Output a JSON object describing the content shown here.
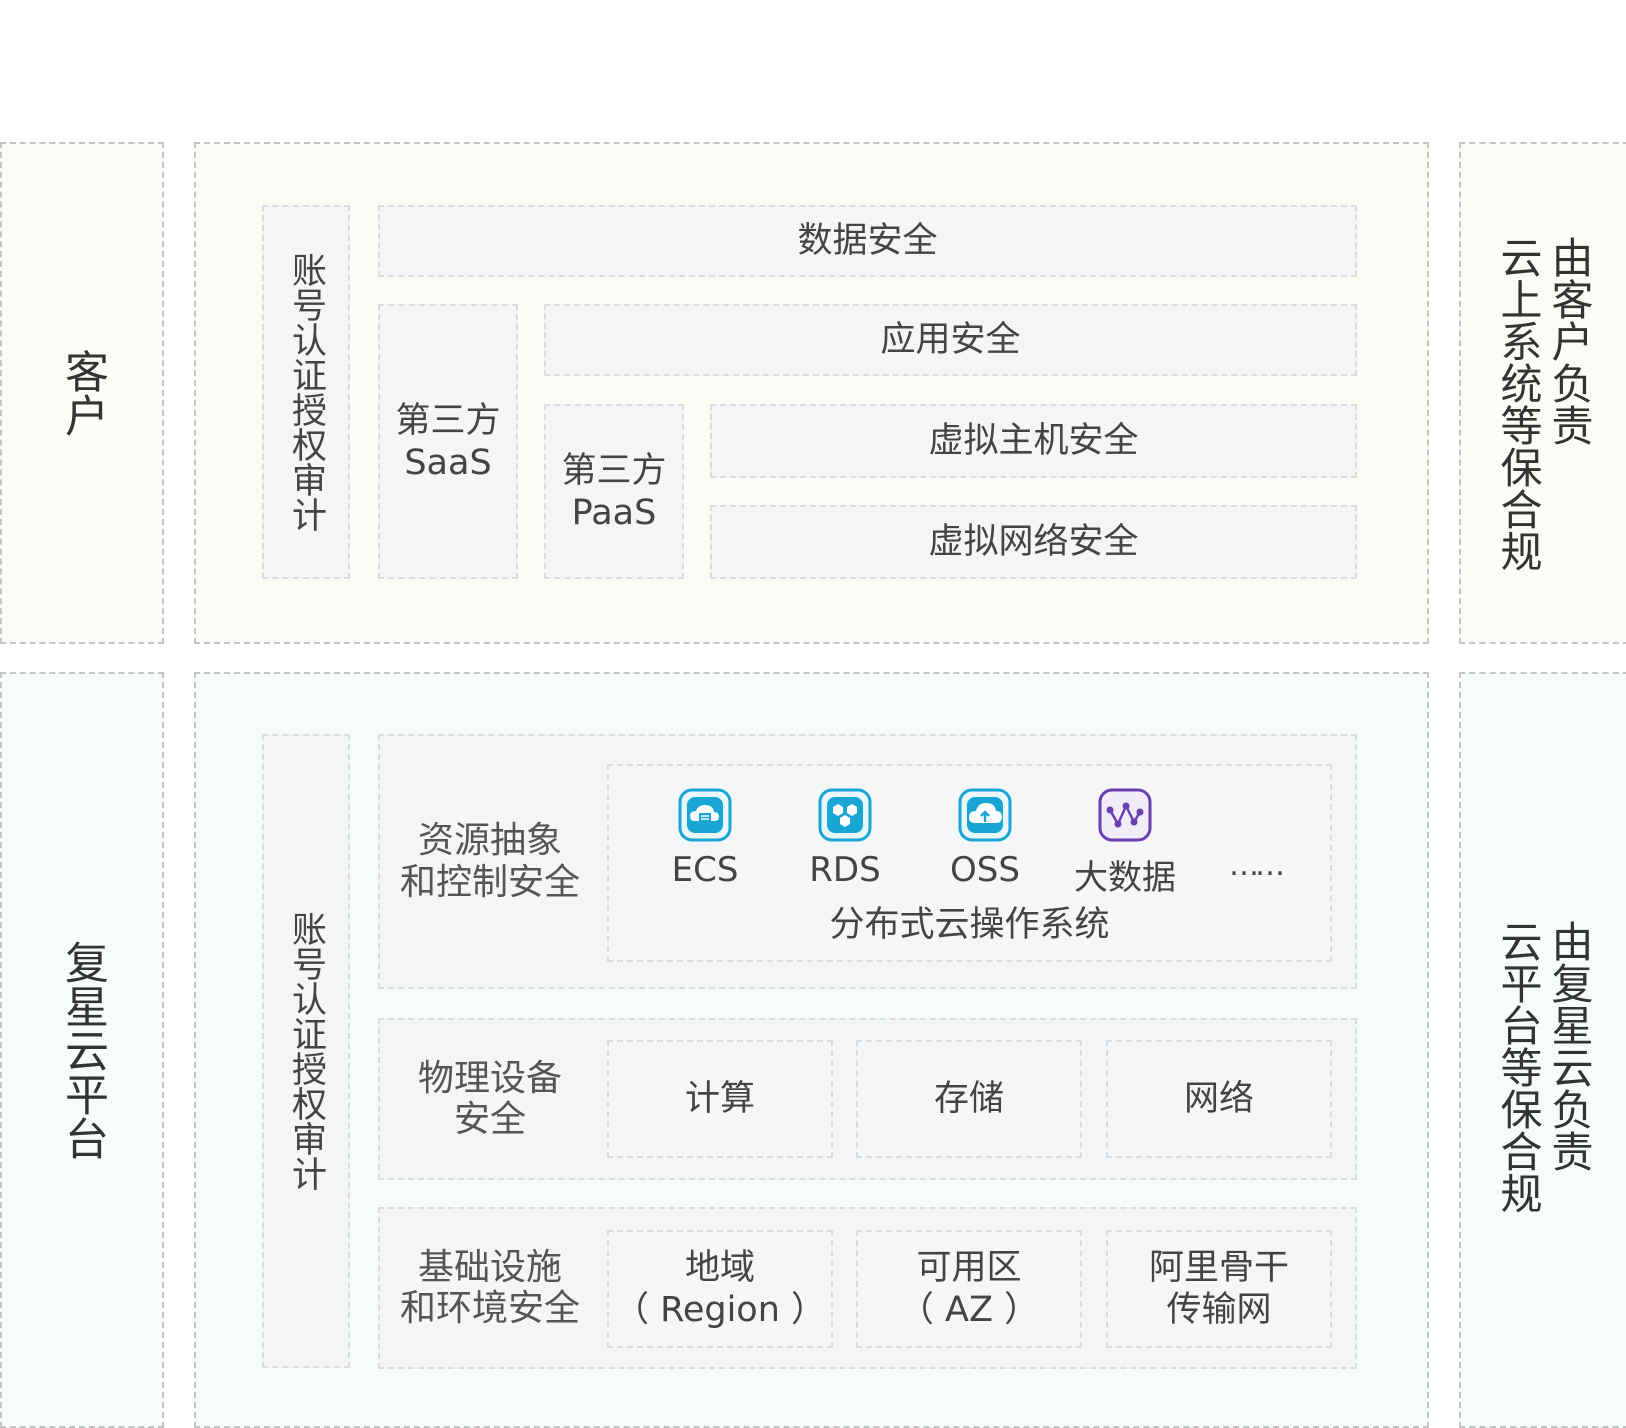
{
  "customer": {
    "side_label": "客户",
    "right_lines": [
      "由客户负责",
      "云上系统等保合规"
    ],
    "account_audit": "账号认证授权审计",
    "data_security": "数据安全",
    "saas": {
      "line1": "第三方",
      "line2": "SaaS"
    },
    "app_security": "应用安全",
    "paas": {
      "line1": "第三方",
      "line2": "PaaS"
    },
    "vm_security": "虚拟主机安全",
    "vnet_security": "虚拟网络安全"
  },
  "platform": {
    "side_label": "复星云平台",
    "right_lines": [
      "由复星云负责",
      "云平台等保合规"
    ],
    "account_audit": "账号认证授权审计",
    "resource": {
      "line1": "资源抽象",
      "line2": "和控制安全"
    },
    "services": [
      {
        "name": "ECS",
        "icon": "ecs-cloud-server-icon",
        "color": "#1aa6d4"
      },
      {
        "name": "RDS",
        "icon": "rds-database-icon",
        "color": "#1aa6d4"
      },
      {
        "name": "OSS",
        "icon": "oss-storage-icon",
        "color": "#1aa6d4"
      },
      {
        "name": "大数据",
        "icon": "big-data-icon",
        "color": "#6a3fb0"
      }
    ],
    "more": "……",
    "os_label": "分布式云操作系统",
    "physical": {
      "line1": "物理设备",
      "line2": "安全"
    },
    "compute": "计算",
    "storage": "存储",
    "network": "网络",
    "infra": {
      "line1": "基础设施",
      "line2": "和环境安全"
    },
    "region": {
      "line1": "地域",
      "line2": "（ Region ）"
    },
    "az": {
      "line1": "可用区",
      "line2": "（ AZ ）"
    },
    "backbone": {
      "line1": "阿里骨干",
      "line2": "传输网"
    }
  }
}
